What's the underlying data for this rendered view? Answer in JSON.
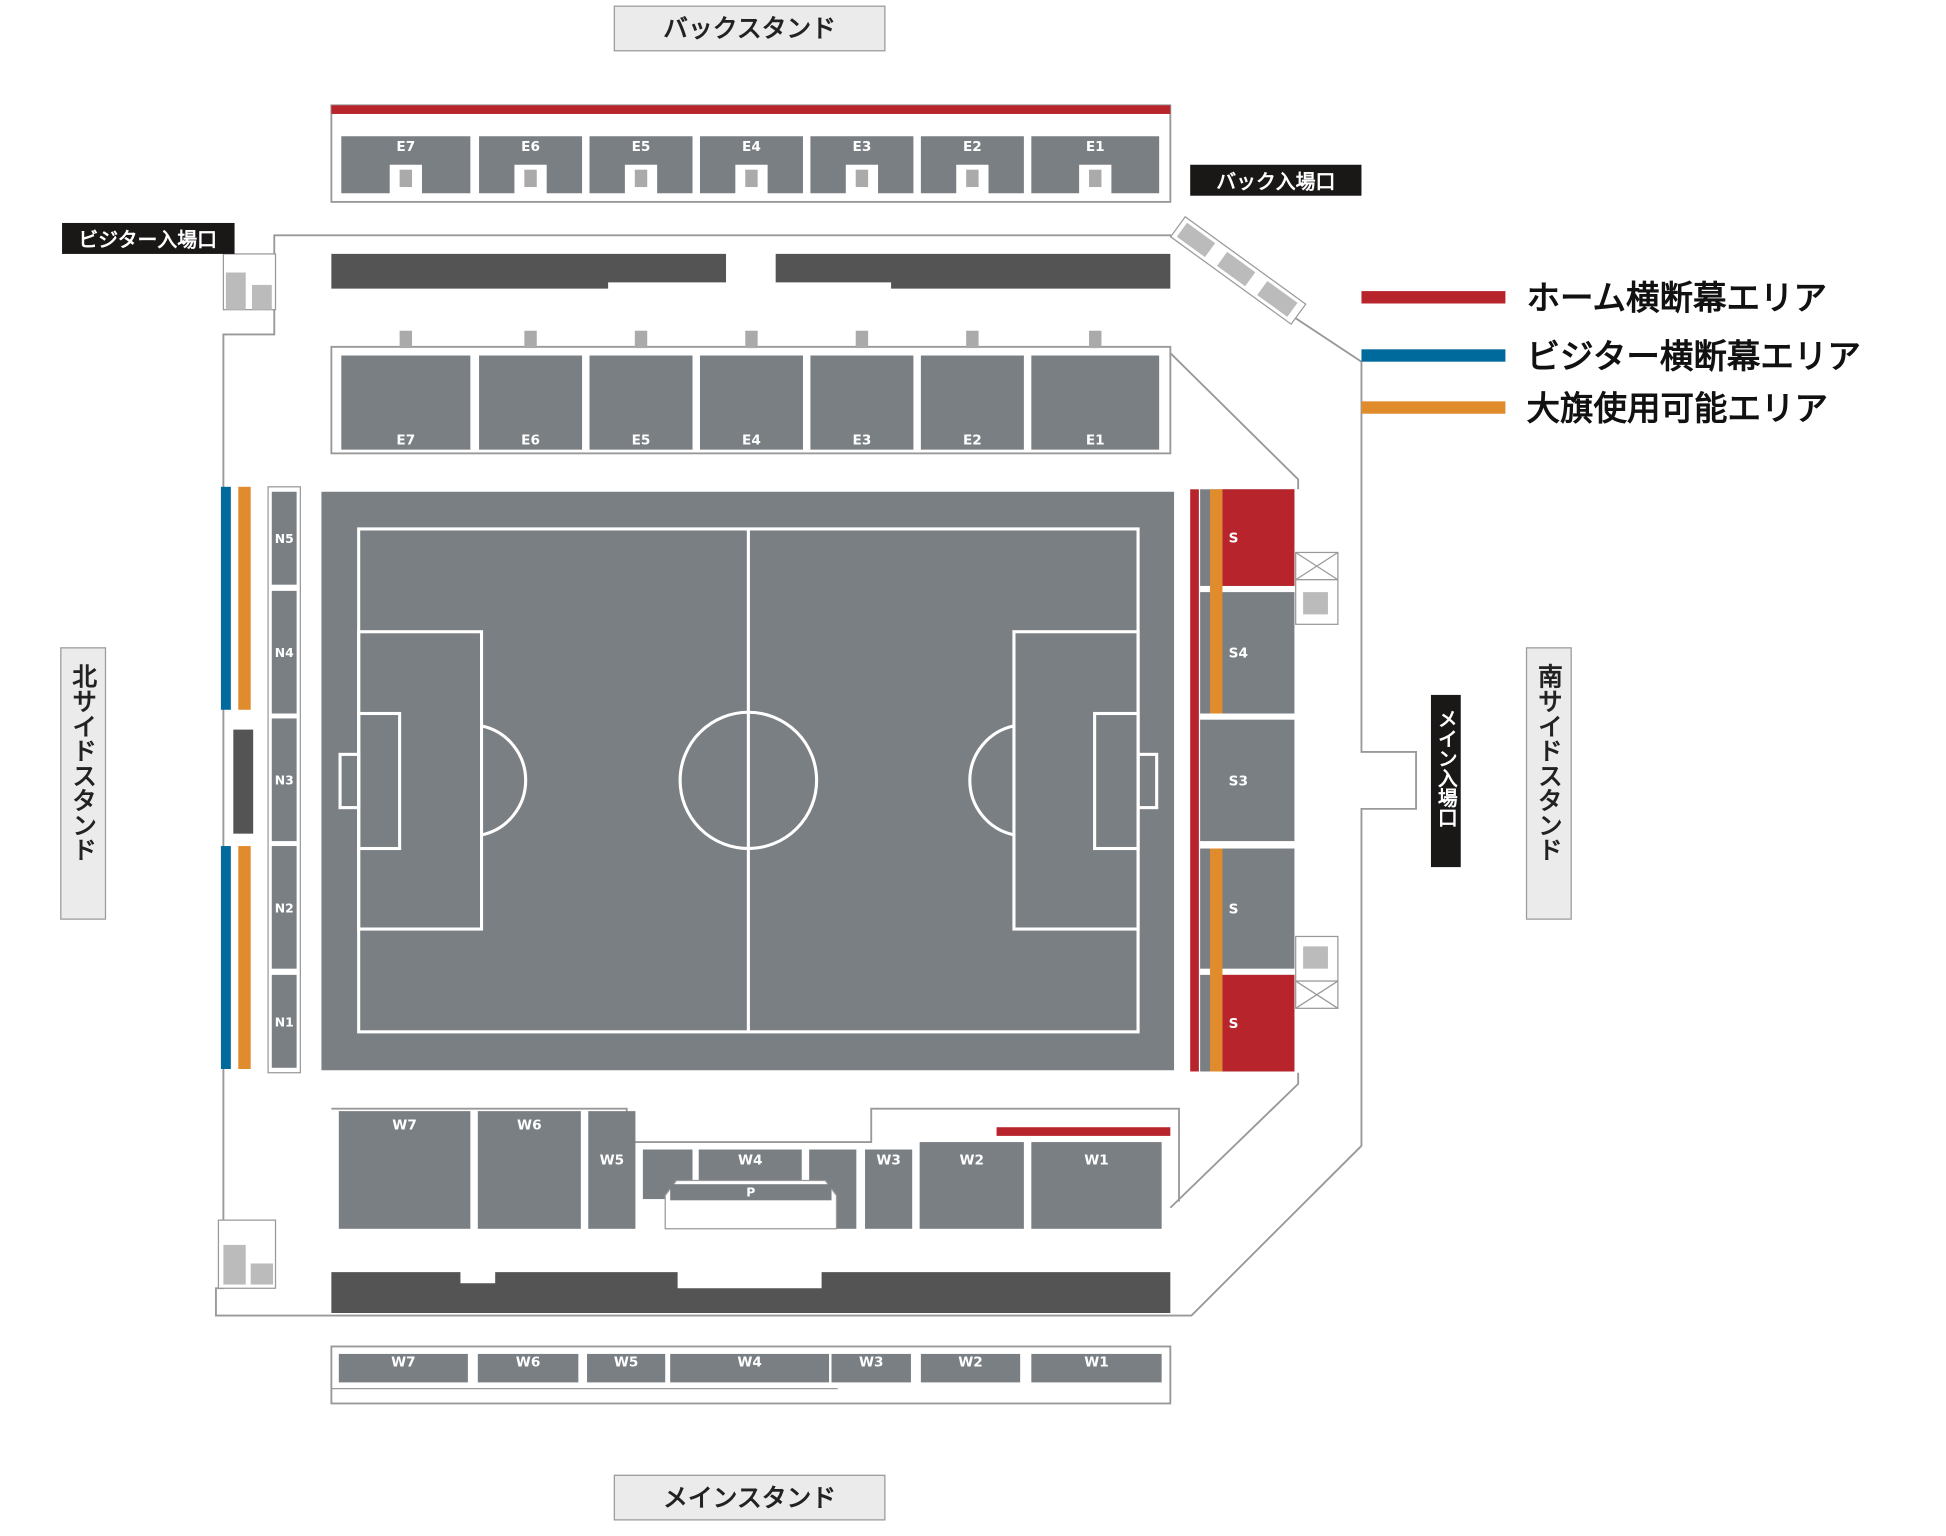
{
  "stands": {
    "back": "バックスタンド",
    "main": "メインスタンド",
    "north": "北サイドスタンド",
    "south": "南サイドスタンド"
  },
  "entrances": {
    "visitor": "ビジター入場口",
    "back": "バック入場口",
    "main": "メイン入場口"
  },
  "legend": [
    {
      "label": "ホーム横断幕エリア",
      "color": "#b8242c"
    },
    {
      "label": "ビジター横断幕エリア",
      "color": "#006a9c"
    },
    {
      "label": "大旗使用可能エリア",
      "color": "#e08c2c"
    }
  ],
  "colors": {
    "seat": "#7a7f83",
    "dark": "#545454",
    "pitch": "#7a7f83",
    "home": "#b8242c",
    "visitor": "#006a9c",
    "flag": "#e08c2c"
  },
  "sections": {
    "east_upper": [
      "E7",
      "E6",
      "E5",
      "E4",
      "E3",
      "E2",
      "E1"
    ],
    "east_lower": [
      "E7",
      "E6",
      "E5",
      "E4",
      "E3",
      "E2",
      "E1"
    ],
    "north": [
      "N5",
      "N4",
      "N3",
      "N2",
      "N1"
    ],
    "south": [
      "S",
      "S4",
      "S3",
      "S",
      "S"
    ],
    "west_lower": [
      "W7",
      "W6",
      "W5",
      "W4",
      "W3",
      "W2",
      "W1"
    ],
    "west_box": "P",
    "west_upper": [
      "W7",
      "W6",
      "W5",
      "W4",
      "W3",
      "W2",
      "W1"
    ]
  }
}
